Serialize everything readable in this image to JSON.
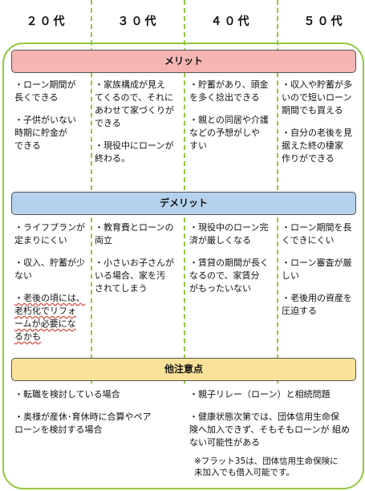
{
  "headers": [
    "２０代",
    "３０代",
    "４０代",
    "５０代"
  ],
  "sections": {
    "merit": "メリット",
    "demerit": "デメリット",
    "other": "他注意点"
  },
  "merit": {
    "c20": [
      "・ローン期間が\n長くできる",
      "・子供がいない\n時期に貯金が\nできる"
    ],
    "c30": [
      "・家族構成が見え\nてくるので、それに\nあわせて家づくりが\nできる",
      "・現役中にローンが\n終わる。"
    ],
    "c40": [
      "・貯蓄があり、頭金\nを多く捻出できる",
      "・親との同居や介護\nなどの予想がしや\nすい"
    ],
    "c50": [
      "・収入や貯蓄が多\nいので短いローン\n期間でも買える",
      "・自分の老後を見\n据えた終の棲家\n作りができる"
    ]
  },
  "demerit": {
    "c20": [
      "・ライフプランが\n定まりにくい",
      "・収入、貯蓄が少\nない",
      "・老後の頃には、\n老朽化でリフォ\nームが必要にな\nるかも"
    ],
    "c30": [
      "・教育費とローンの\n両立",
      "・小さいお子さんが\nいる場合、家を汚\nされてしまう"
    ],
    "c40": [
      "・現役中のローン完\n済が厳しくなる",
      "・賃貸の期間が長く\nなるので、家賃分\nがもったいない"
    ],
    "c50": [
      "・ローン期間を長\nくできにくい",
      "・ローン審査が厳\nしい",
      "・老後用の資産を\n圧迫する"
    ]
  },
  "other": {
    "left": [
      "・転職を検討している場合",
      "・奥様が産休･育休時に合算やペア\nローンを検討する場合"
    ],
    "right": [
      "・親子リレー（ローン）と相続問題",
      "・健康状態次第では、団体信用生命保\n険へ加入できず、そもそもローンが 組め\nない可能性がある"
    ],
    "note": "※フラット35は、団体信用生命保険に\n未加入でも借入可能です。"
  }
}
